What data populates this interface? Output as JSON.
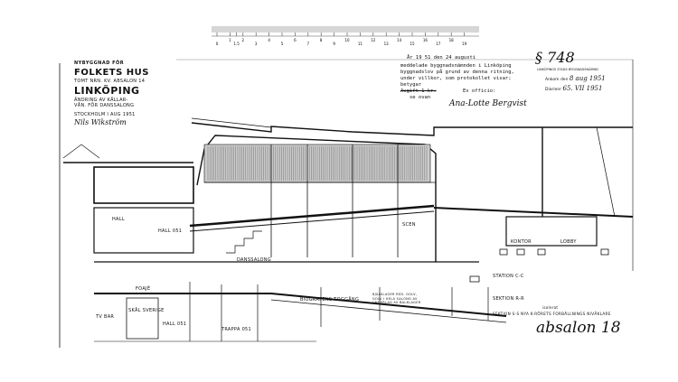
{
  "ruler": {
    "ticks": [
      "0",
      "1",
      "1.5",
      "2",
      "3",
      "4",
      "5",
      "6",
      "7",
      "8",
      "9",
      "10",
      "11",
      "12",
      "13",
      "14",
      "15",
      "16",
      "17",
      "18",
      "19"
    ]
  },
  "title_block": {
    "line1": "NYBYGGNAD FÖR",
    "line2": "FOLKETS HUS",
    "line3": "TOMT NRN. KV. ABSALON 14",
    "line4": "LINKÖPING",
    "line5": "ÄNDRING AV KÄLLAR-",
    "line6": "VÅN. FÖR DANSSALONG",
    "line7": "STOCKHOLM I AUG 1951",
    "signature": "Nils Wikström"
  },
  "approval": {
    "date_line": "År 19 51 den 24 augusti",
    "paragraph": "§ 748",
    "line1": "meddelade byggnadsnämnden i Linköping",
    "line2": "byggnadslov på grund av denna ritning,",
    "line3": "under villkor, som protokollet visar;",
    "line4": "betygar",
    "line5": "Avgift 1 kr.",
    "line6": "se ovan",
    "ex_officio": "Ex officio:",
    "signature": "Ana-Lotte Bergvist",
    "stamp_title": "LINKÖPINGS STADS BYGGNADSNÄMND",
    "stamp_ankom_label": "Ankom den",
    "stamp_ankom_value": "8 aug 1951",
    "stamp_diarie_label": "Diarienr",
    "stamp_diarie_value": "65. VII 1951"
  },
  "labels": {
    "station_cc": "STATION C-C",
    "sektion_rr": "SEKTION R-R",
    "sektion_ss": "SEKTION S-S NYA K-RÖRETS FORBÄLLNINGS NIVÅKLARE",
    "sektion_ss_note": "isolerat",
    "bioskyrkens_tog": "BIOGRAFENS TOGGÅNG",
    "note_right": "BJÄLKLAGER RED. GOLV, GOLV I HELA SALONG AV UNDERLAG AV BALKLAGER",
    "hall": "HALL",
    "hall2": "HALL 051",
    "skafferi": "SKÅL SVERIGE",
    "tv": "TV BAR",
    "trappa": "TRAPPA 051",
    "danssalong": "DANSSALONG",
    "foajé": "FOAJÉ",
    "scen": "SCEN",
    "kontor": "KONTOR",
    "lobby": "LOBBY"
  },
  "handwritten_note": "absalon 18"
}
